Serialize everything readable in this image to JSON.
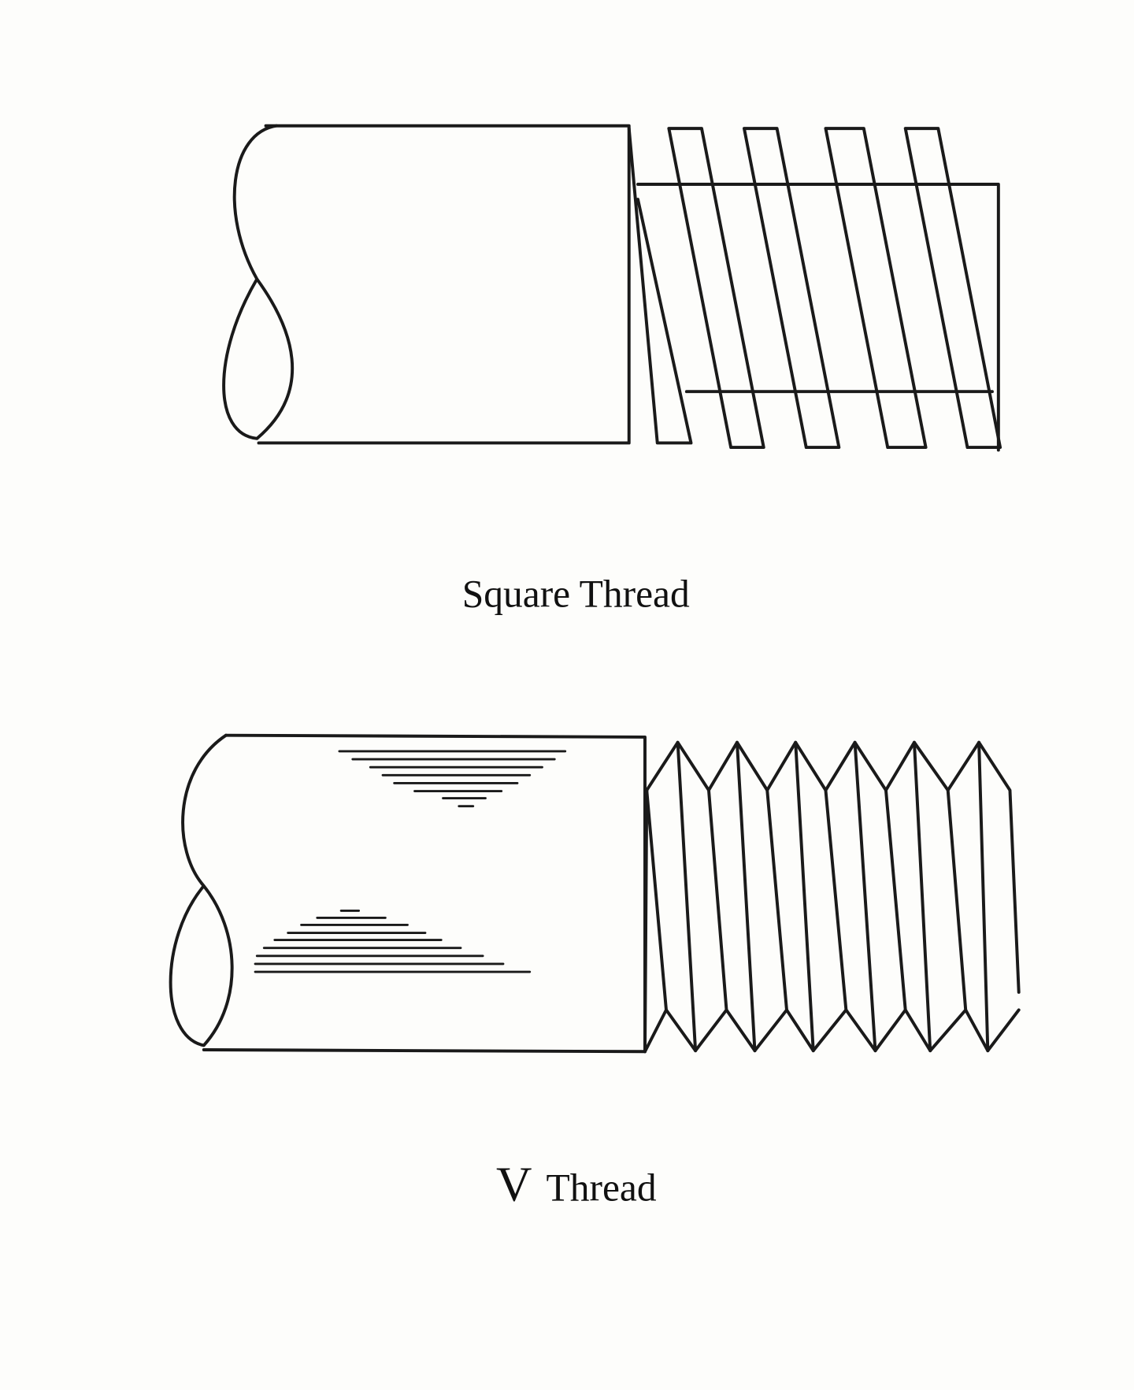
{
  "diagrams": [
    {
      "id": "square-thread",
      "label": "Square Thread"
    },
    {
      "id": "v-thread",
      "label_prefix": "V",
      "label_suffix": "Thread"
    }
  ],
  "colors": {
    "ink": "#1a1a1a",
    "paper": "#fdfdfb"
  }
}
